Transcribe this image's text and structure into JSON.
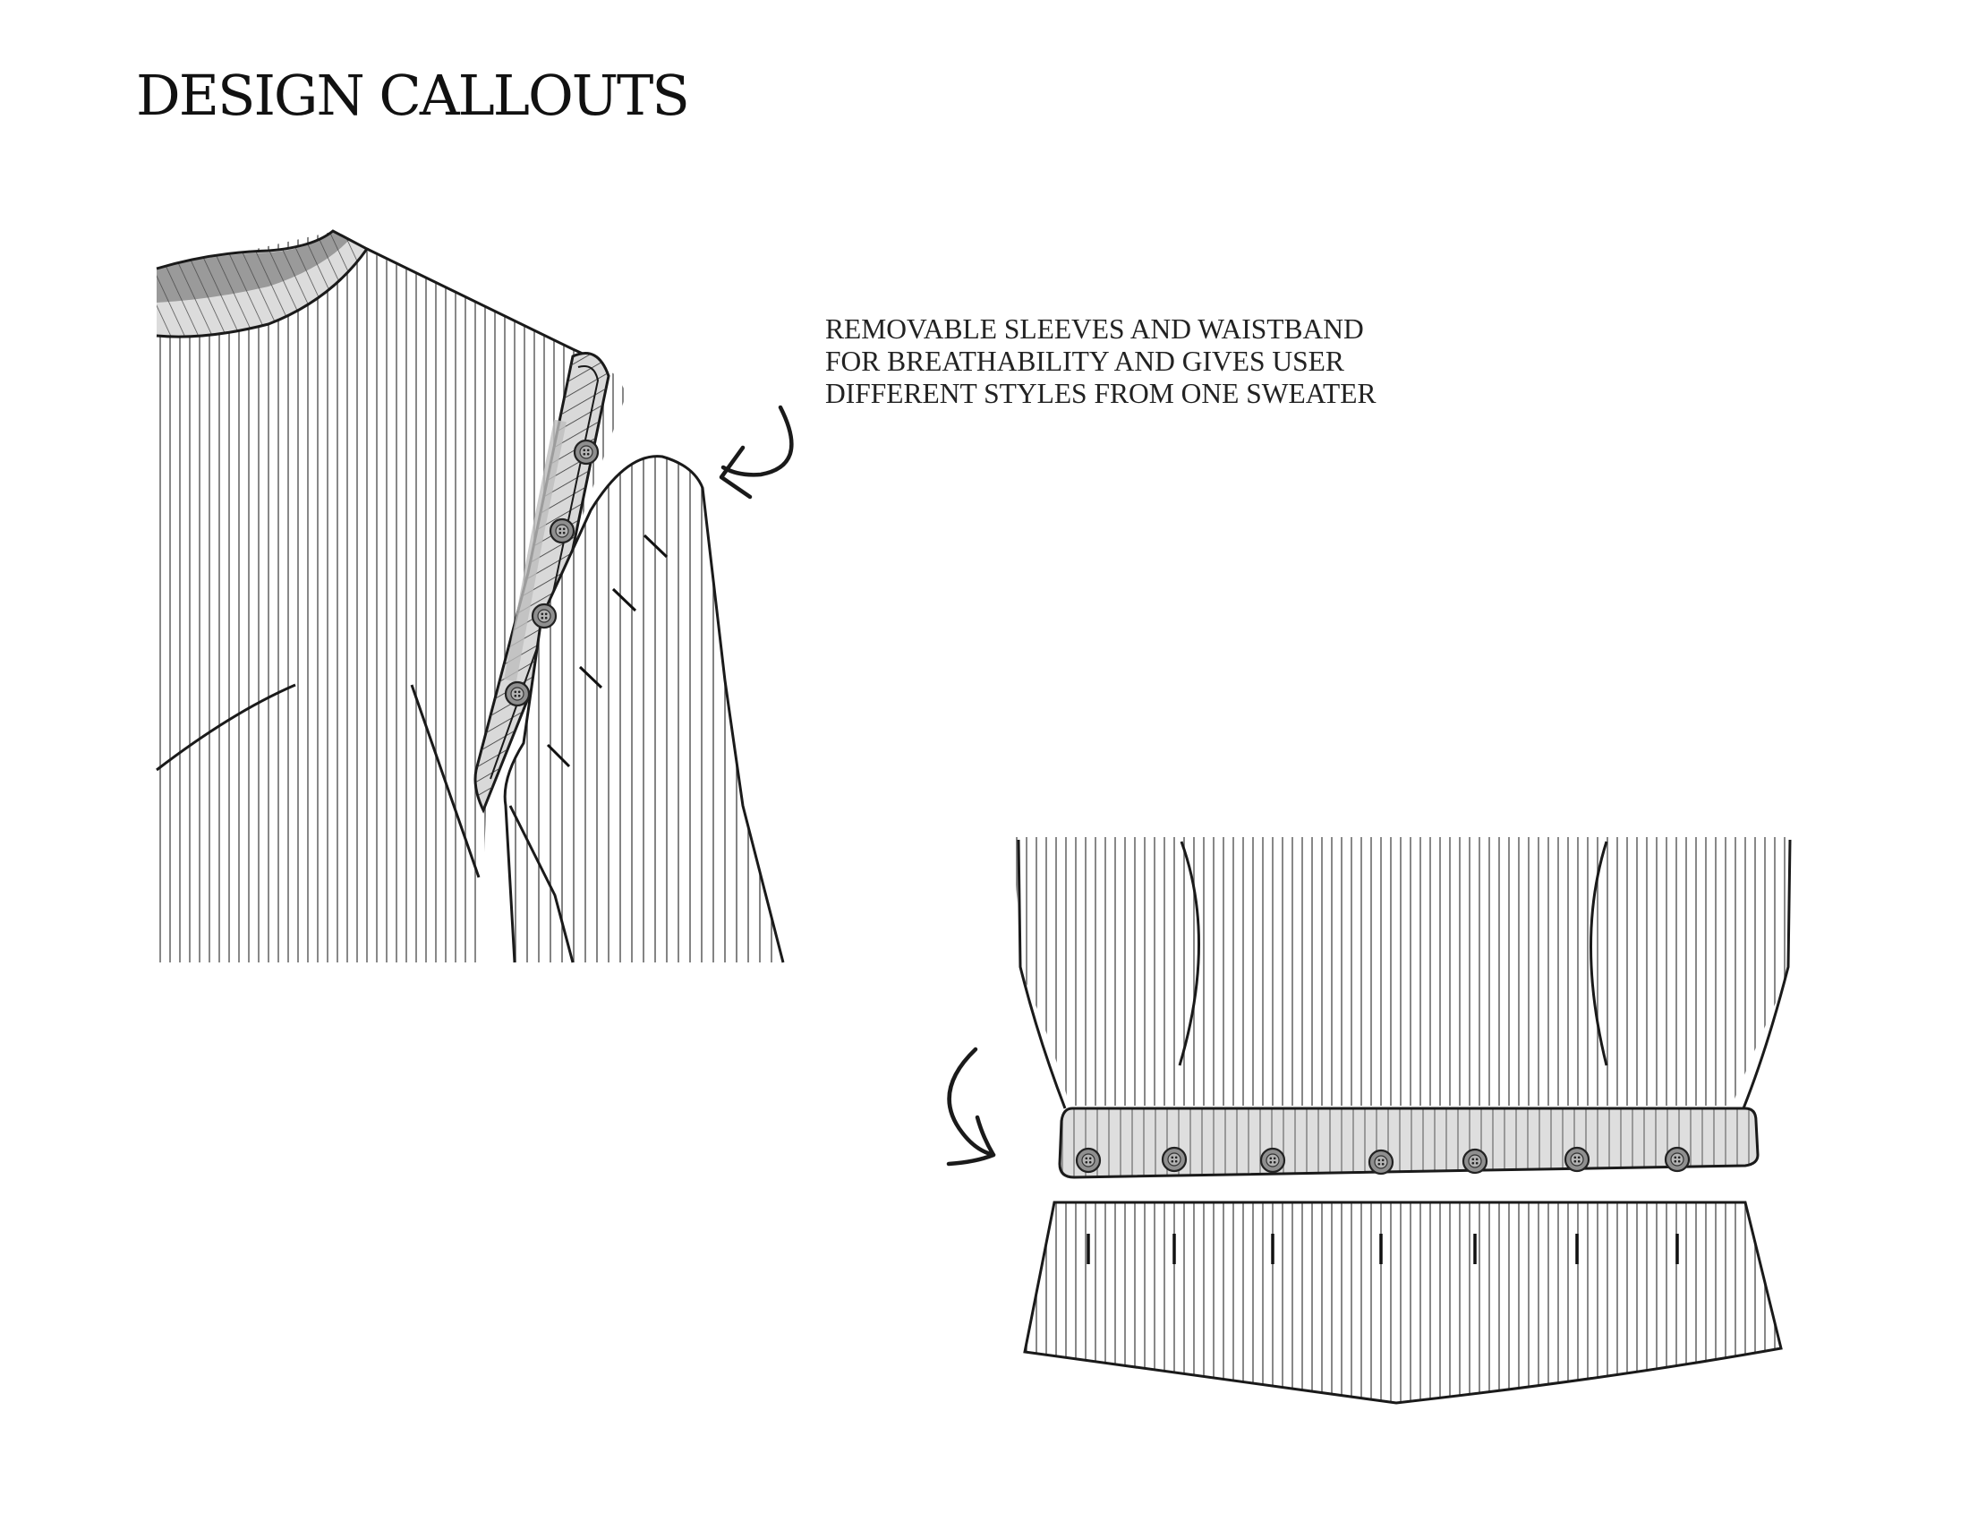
{
  "page": {
    "title": "DESIGN CALLOUTS"
  },
  "callout": {
    "lines": [
      "REMOVABLE SLEEVES AND WAISTBAND",
      "FOR BREATHABILITY AND GIVES USER",
      "DIFFERENT STYLES FROM ONE SWEATER"
    ]
  },
  "colors": {
    "ink": "#1a1a1a",
    "rib_stripe": "#555555",
    "placket_fill": "#d9d9d9",
    "collar_dark": "#9a9a9a",
    "collar_light": "#dcdcdc",
    "button_fill": "#8f8f8f"
  },
  "sleeve_detail": {
    "button_count": 4
  },
  "waistband_detail": {
    "button_count": 7
  }
}
